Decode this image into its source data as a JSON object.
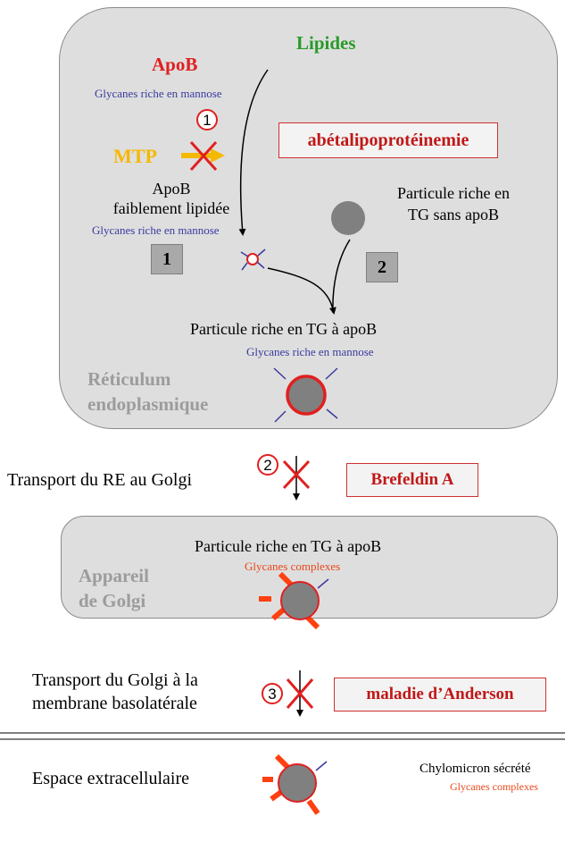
{
  "er": {
    "apob_label": "ApoB",
    "lipides_label": "Lipides",
    "glycanes_mannose_1": "Glycanes riche en mannose",
    "mtp_label": "MTP",
    "disease_1": "abétalipoprotéinemie",
    "apob_low_line1": "ApoB",
    "apob_low_line2": "faiblement lipidée",
    "glycanes_mannose_2": "Glycanes riche en mannose",
    "step1": "1",
    "step2": "2",
    "particle_tg_line1": "Particule riche en",
    "particle_tg_line2": "TG sans apoB",
    "particle_apob": "Particule riche en TG à apoB",
    "glycanes_mannose_3": "Glycanes riche en mannose",
    "compartment_line1": "Réticulum",
    "compartment_line2": "endoplasmique",
    "marker_1": "1"
  },
  "transport_er_golgi": {
    "label": "Transport du RE au Golgi",
    "marker": "2",
    "inhibitor": "Brefeldin A"
  },
  "golgi": {
    "particle_apob": "Particule riche en TG à apoB",
    "glycanes": "Glycanes complexes",
    "compartment_line1": "Appareil",
    "compartment_line2": "de Golgi"
  },
  "transport_golgi_membrane": {
    "label_line1": "Transport du Golgi à la",
    "label_line2": "membrane basolatérale",
    "marker": "3",
    "disease": "maladie d’Anderson"
  },
  "extracellular": {
    "label": "Espace extracellulaire",
    "chylomicron": "Chylomicron sécrété",
    "glycanes": "Glycanes complexes"
  },
  "colors": {
    "red": "#e02020",
    "blue": "#3a3aa0",
    "green": "#2a9a2a",
    "mtp_yellow": "#f5b800",
    "compartment_grey": "#dedede"
  }
}
